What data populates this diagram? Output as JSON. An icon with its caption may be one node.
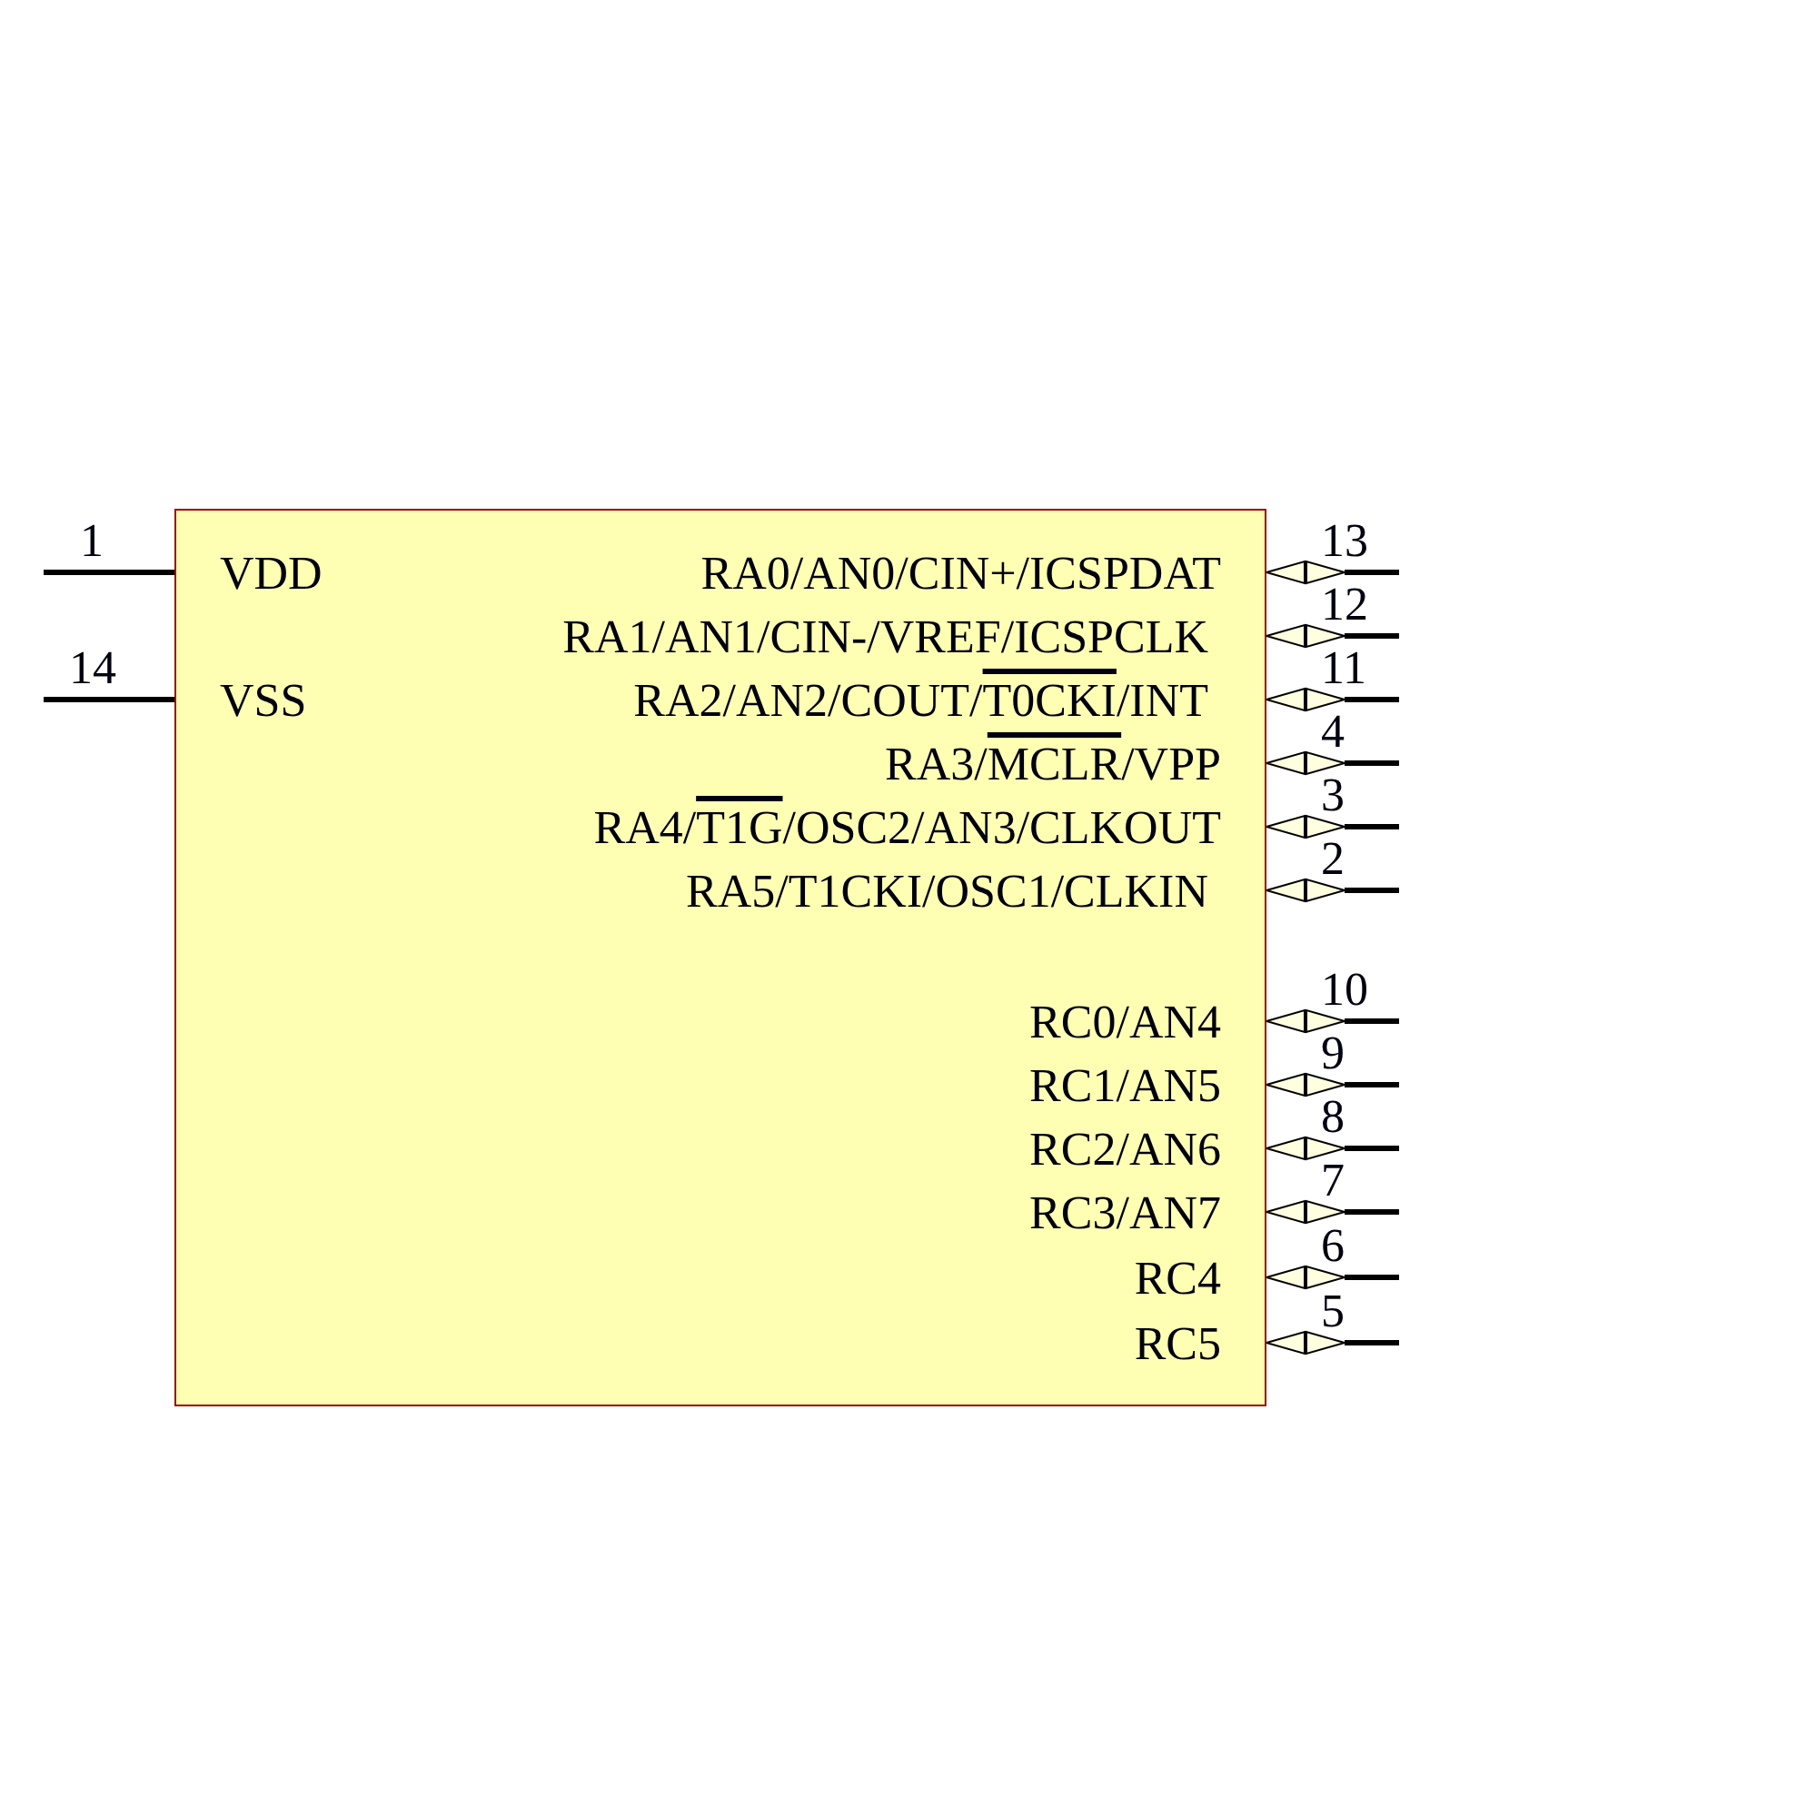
{
  "diagram": {
    "nodes": [
      {
        "text": [
          "VDD",
          "RA0/AN0/CIN+/ICSPDAT",
          "RA1/AN1/CIN-/VREF/ICSPCLK",
          "VSS",
          "RA2/AN2/COUT/T0CKI/INT",
          "RA3/MCLR/VPP",
          "RA4/T1G/OSC2/AN3/CLKOUT",
          "RA5/T1CKI/OSC1/CLKIN",
          "RC0/AN4",
          "RC1/AN5",
          "RC2/AN6",
          "RC3/AN7",
          "RC4",
          "RC5"
        ]
      }
    ],
    "labels": [
      "1",
      "13",
      "12",
      "14",
      "11",
      "4",
      "3",
      "2",
      "10",
      "9",
      "8",
      "7",
      "6",
      "5"
    ]
  }
}
